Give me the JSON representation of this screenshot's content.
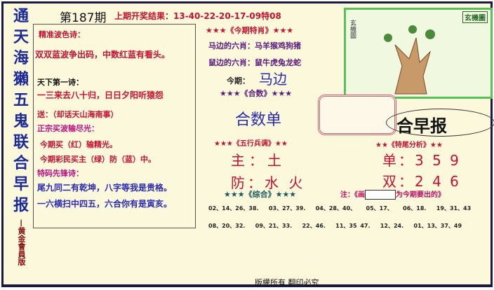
{
  "side_title": [
    "通",
    "天",
    "海",
    "獺",
    "五",
    "鬼",
    "联",
    "合",
    "早",
    "报"
  ],
  "side_subtitle": "—黄金會員版",
  "issue": "第187期",
  "last_result": "上期开奖结果：13-40-22-20-17-09特08",
  "left": {
    "h1": "精准波色诗：",
    "p1": "双双蓝波争出码，中数红蓝有看头。",
    "h2": "天下第一诗：",
    "p2": "一三来去八十归，日日夕阳听猿怨",
    "p3": "送：（却话天山海南事）",
    "h4": "正宗买波输尽光：",
    "p4a": "今期买（红）输精光。",
    "p4b": "今期彩民买主（绿）防（蓝）中。",
    "h5": "特码先锋诗：",
    "p5a": "尾九同二有乾坤，八字等我是贵格。",
    "p5b": "一六横扫中四五，六合你有是寅亥。"
  },
  "zodiac": {
    "title": "★★★《今期特肖》★★★",
    "l1": "马边的六肖：马羊猴鸡狗猪",
    "l2": "鼠边的六肖：鼠牛虎兔龙蛇",
    "label": "今期：",
    "value": "马边"
  },
  "heshu": {
    "title": "★★★《合数》★★★",
    "value": "合数单"
  },
  "wuxing": {
    "title": "★★★《五行兵调》★★",
    "main": "主：土",
    "guard": "防：水 火"
  },
  "tail": {
    "title": "★★《特尾分析》★★",
    "odd": "单：3 5 9",
    "even": "双：2 4 6"
  },
  "zonghe": {
    "title": "★★★《综合》★★★",
    "note_a": "注：《画",
    "note_b": "为今期要出的》"
  },
  "numbers_row1": [
    "02、14、26、38.",
    "03、27、39.",
    "04、28、40、",
    "05、17、",
    "06、18.",
    "19、31、43"
  ],
  "numbers_row2": [
    "08、20、32.",
    "09、21、33.",
    "22、46.",
    "11、35 47.",
    "12、24.",
    "01、13、37、49"
  ],
  "image_stamp": "玄機圖",
  "image_label": "玄機圖",
  "banner": "合早报",
  "footer": "版權所有 翻印必究",
  "colors": {
    "background": "#fcf8dc",
    "frame": "#1a1a40",
    "red": "#c8102e",
    "blue": "#2a2ab0"
  }
}
